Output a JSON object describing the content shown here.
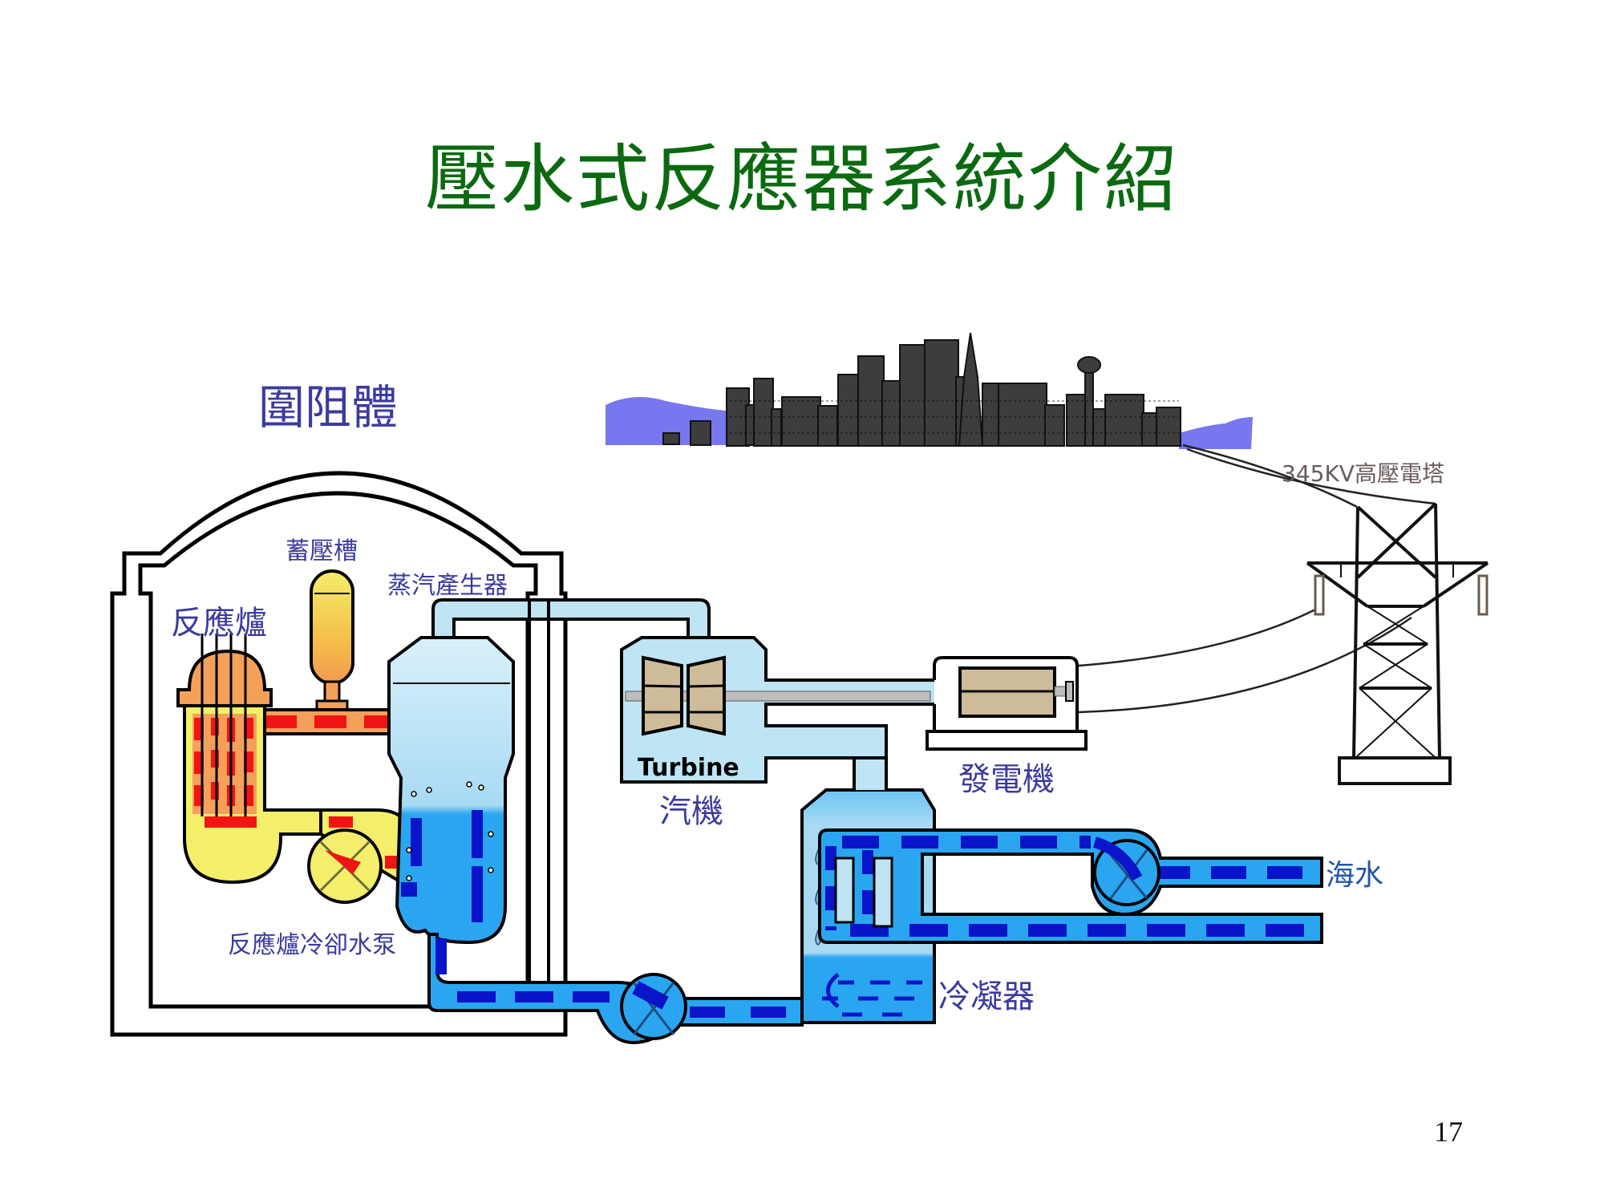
{
  "slide": {
    "title": "壓水式反應器系統介紹",
    "page_number": "17"
  },
  "labels": {
    "containment": "圍阻體",
    "pressurizer": "蓄壓槽",
    "steam_generator": "蒸汽產生器",
    "reactor": "反應爐",
    "reactor_coolant_pump": "反應爐冷卻水泵",
    "turbine_en": "Turbine",
    "turbine": "汽機",
    "generator": "發電機",
    "transmission_tower": "345KV高壓電塔",
    "seawater": "海水",
    "condenser": "冷凝器"
  },
  "colors": {
    "title": "#0b6a10",
    "label": "#3b3b9e",
    "hot_coolant_red": "#f01414",
    "hot_coolant_yellow": "#f4ee6a",
    "hot_coolant_orange": "#f4a05a",
    "cold_water": "#2aa6f0",
    "cold_water_dash": "#0a14c8",
    "steam": "#bfe4f4",
    "city_water": "#7777f0",
    "rotor": "#cdbb9a"
  }
}
